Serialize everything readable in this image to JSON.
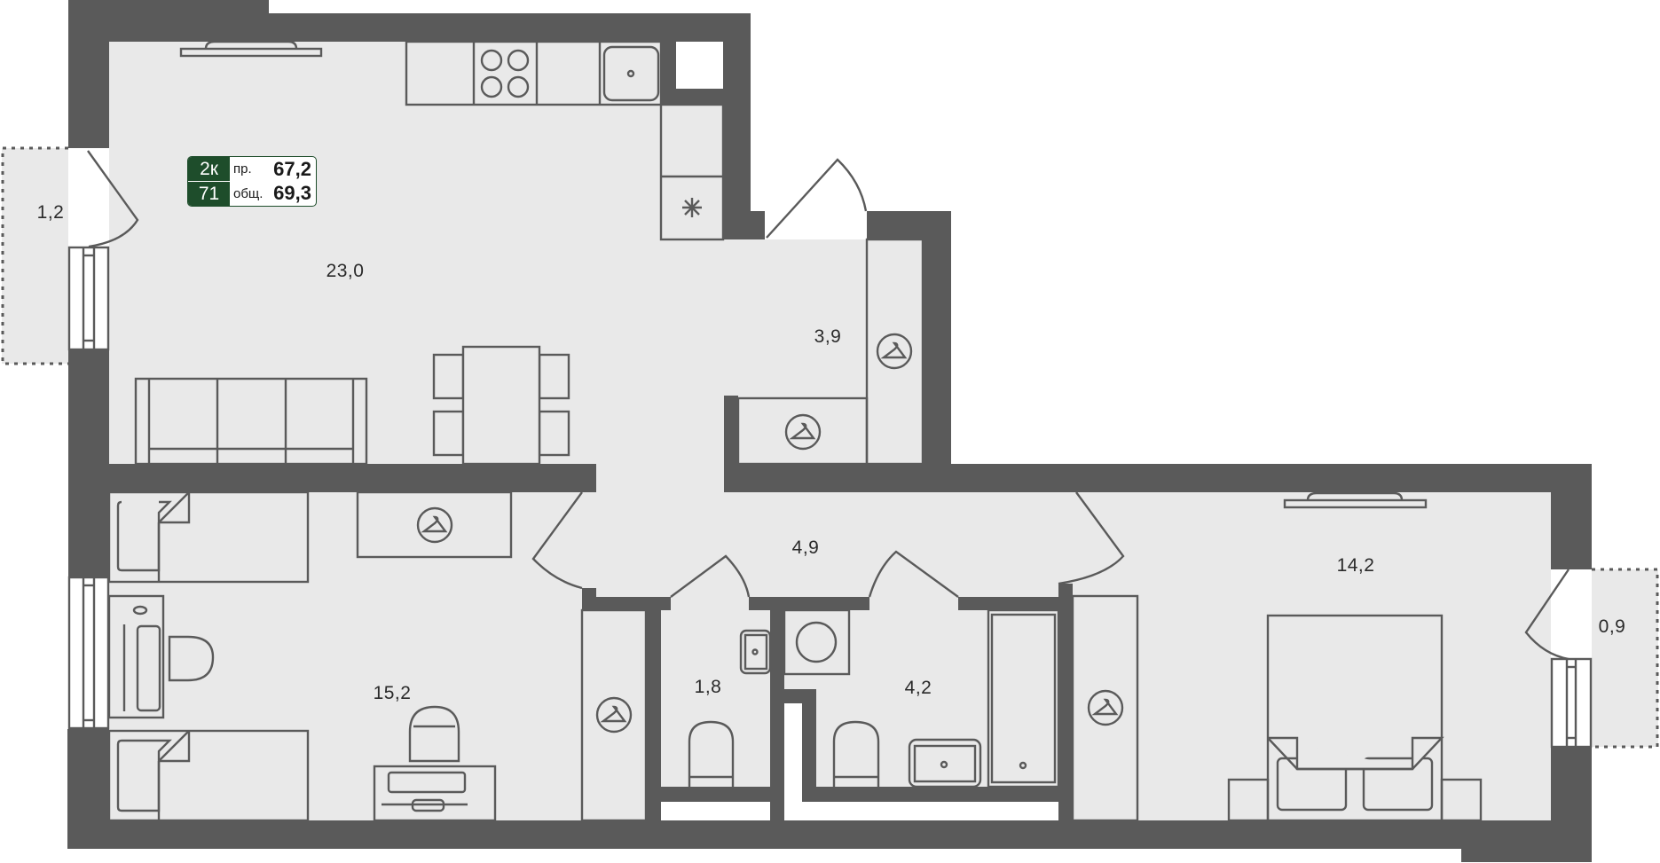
{
  "plan": {
    "type": "apartment-floor-plan",
    "colors": {
      "wall": "#5a5a5a",
      "floor": "#e9e9e9",
      "badge_green": "#1e4d2b",
      "background": "#ffffff"
    }
  },
  "badge": {
    "rooms": "2к",
    "number": "71",
    "living_label": "пр.",
    "living_area": "67,2",
    "total_label": "общ.",
    "total_area": "69,3"
  },
  "rooms": [
    {
      "id": "living-kitchen",
      "area": "23,0"
    },
    {
      "id": "balcony-left",
      "area": "1,2"
    },
    {
      "id": "entrance-hall",
      "area": "3,9"
    },
    {
      "id": "hallway",
      "area": "4,9"
    },
    {
      "id": "bedroom-kids",
      "area": "15,2"
    },
    {
      "id": "toilet",
      "area": "1,8"
    },
    {
      "id": "bathroom",
      "area": "4,2"
    },
    {
      "id": "bedroom-master",
      "area": "14,2"
    },
    {
      "id": "balcony-right",
      "area": "0,9"
    }
  ],
  "icons": {
    "wardrobe": "hanger-icon",
    "fridge": "snowflake-icon",
    "stove": "cooktop-icon",
    "sink": "sink-icon"
  }
}
